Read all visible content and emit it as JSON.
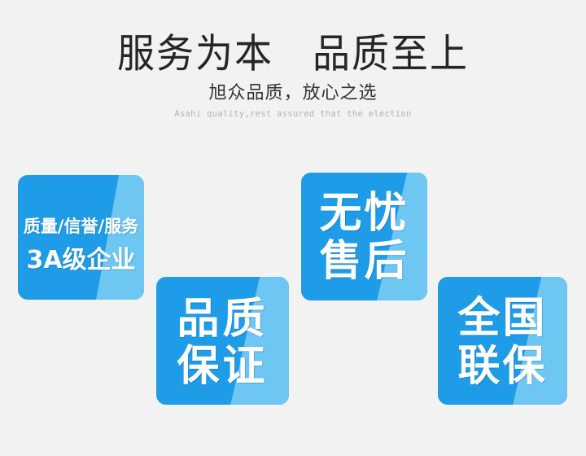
{
  "page": {
    "background_color": "#f2f2f2"
  },
  "header": {
    "title": "服务为本　品质至上",
    "subtitle": "旭众品质，放心之选",
    "english_subtitle": "Asahi quality,rest assured that the election",
    "title_color": "#262626",
    "subtitle_color": "#333333",
    "english_color": "#b3b3b3"
  },
  "colors": {
    "card_blue_dark": "#1e9ce8",
    "card_blue_light": "#6ec6f2",
    "card_text": "#ffffff"
  },
  "cards": [
    {
      "id": "quality",
      "line_a": "质量/信誉/服务",
      "line_b": "3A级企业"
    },
    {
      "id": "guarantee",
      "line_a": "品质",
      "line_b": "保证"
    },
    {
      "id": "aftersales",
      "line_a": "无忧",
      "line_b": "售后"
    },
    {
      "id": "nationwide",
      "line_a": "全国",
      "line_b": "联保"
    }
  ]
}
